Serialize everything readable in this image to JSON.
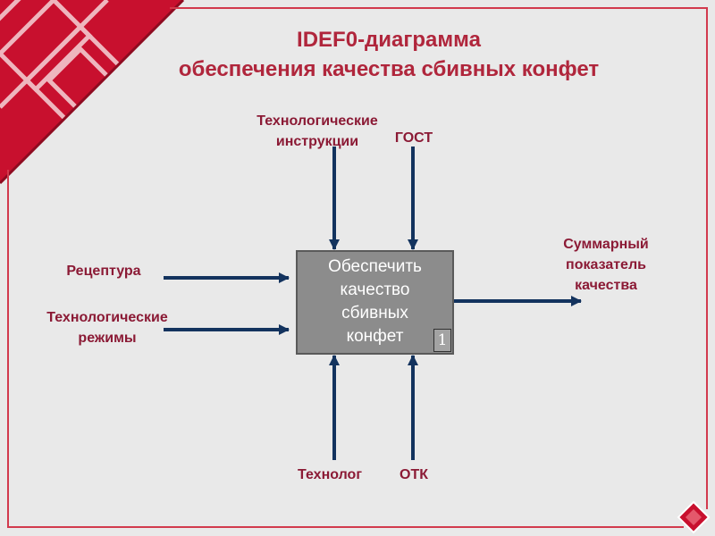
{
  "title": {
    "line1": "IDEF0-диаграмма",
    "line2": "обеспечения качества сбивных конфет"
  },
  "function_box": {
    "lines": [
      "Обеспечить",
      "качество",
      "сбивных",
      "конфет"
    ],
    "number": "1"
  },
  "controls": [
    {
      "lines": [
        "Технологические",
        "инструкции"
      ]
    },
    {
      "lines": [
        "ГОСТ"
      ]
    }
  ],
  "inputs": [
    {
      "lines": [
        "Рецептура"
      ]
    },
    {
      "lines": [
        "Технологические",
        "режимы"
      ]
    }
  ],
  "output": {
    "lines": [
      "Суммарный",
      "показатель",
      "качества"
    ]
  },
  "mechanisms": [
    {
      "lines": [
        "Технолог"
      ]
    },
    {
      "lines": [
        "ОТК"
      ]
    }
  ],
  "colors": {
    "title": "#b0263c",
    "label": "#8b1a35",
    "arrow": "#13335e",
    "box_fill": "#8c8c8c",
    "frame_red": "#c8102e"
  }
}
